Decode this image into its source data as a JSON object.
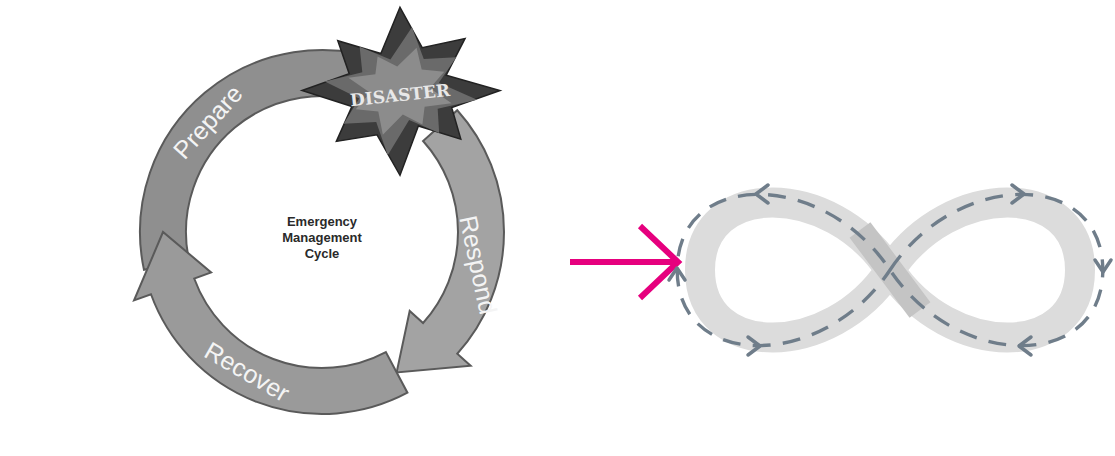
{
  "diagram": {
    "nodes": [
      {
        "text": [
          "Prepare"
        ]
      },
      {
        "text": [
          "DISASTER"
        ]
      },
      {
        "text": [
          "Respond"
        ]
      },
      {
        "text": [
          "Recover"
        ]
      }
    ],
    "labels": [
      "Emergency Management Cycle"
    ]
  }
}
